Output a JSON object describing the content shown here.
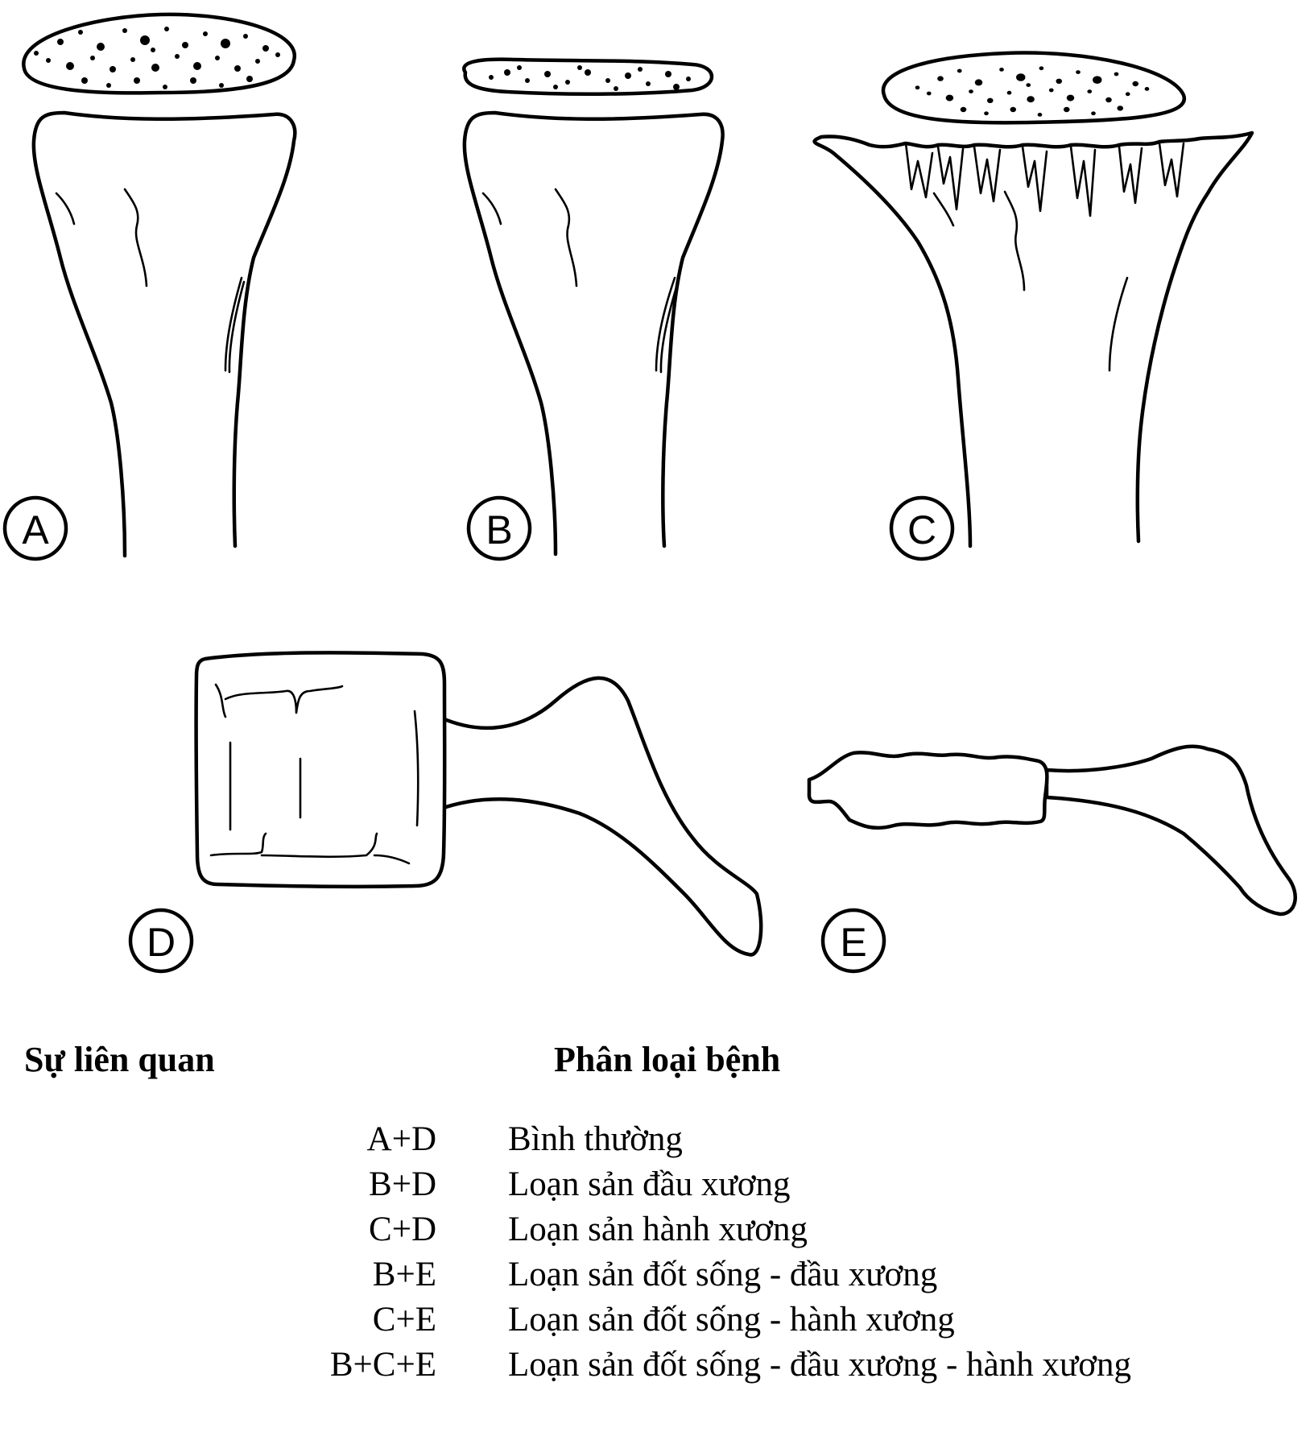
{
  "panels": [
    {
      "id": "A"
    },
    {
      "id": "B"
    },
    {
      "id": "C"
    },
    {
      "id": "D"
    },
    {
      "id": "E"
    }
  ],
  "legend": {
    "left_heading": "Sự liên quan",
    "right_heading": "Phân loại bệnh",
    "rows": [
      {
        "combo": "A+D",
        "diagnosis": "Bình thường"
      },
      {
        "combo": "B+D",
        "diagnosis": "Loạn sản đầu xương"
      },
      {
        "combo": "C+D",
        "diagnosis": "Loạn sản hành xương"
      },
      {
        "combo": "B+E",
        "diagnosis": "Loạn sản đốt sống - đầu xương"
      },
      {
        "combo": "C+E",
        "diagnosis": "Loạn sản đốt sống - hành xương"
      },
      {
        "combo": "B+C+E",
        "diagnosis": "Loạn sản đốt sống - đầu xương - hành xương"
      }
    ]
  }
}
